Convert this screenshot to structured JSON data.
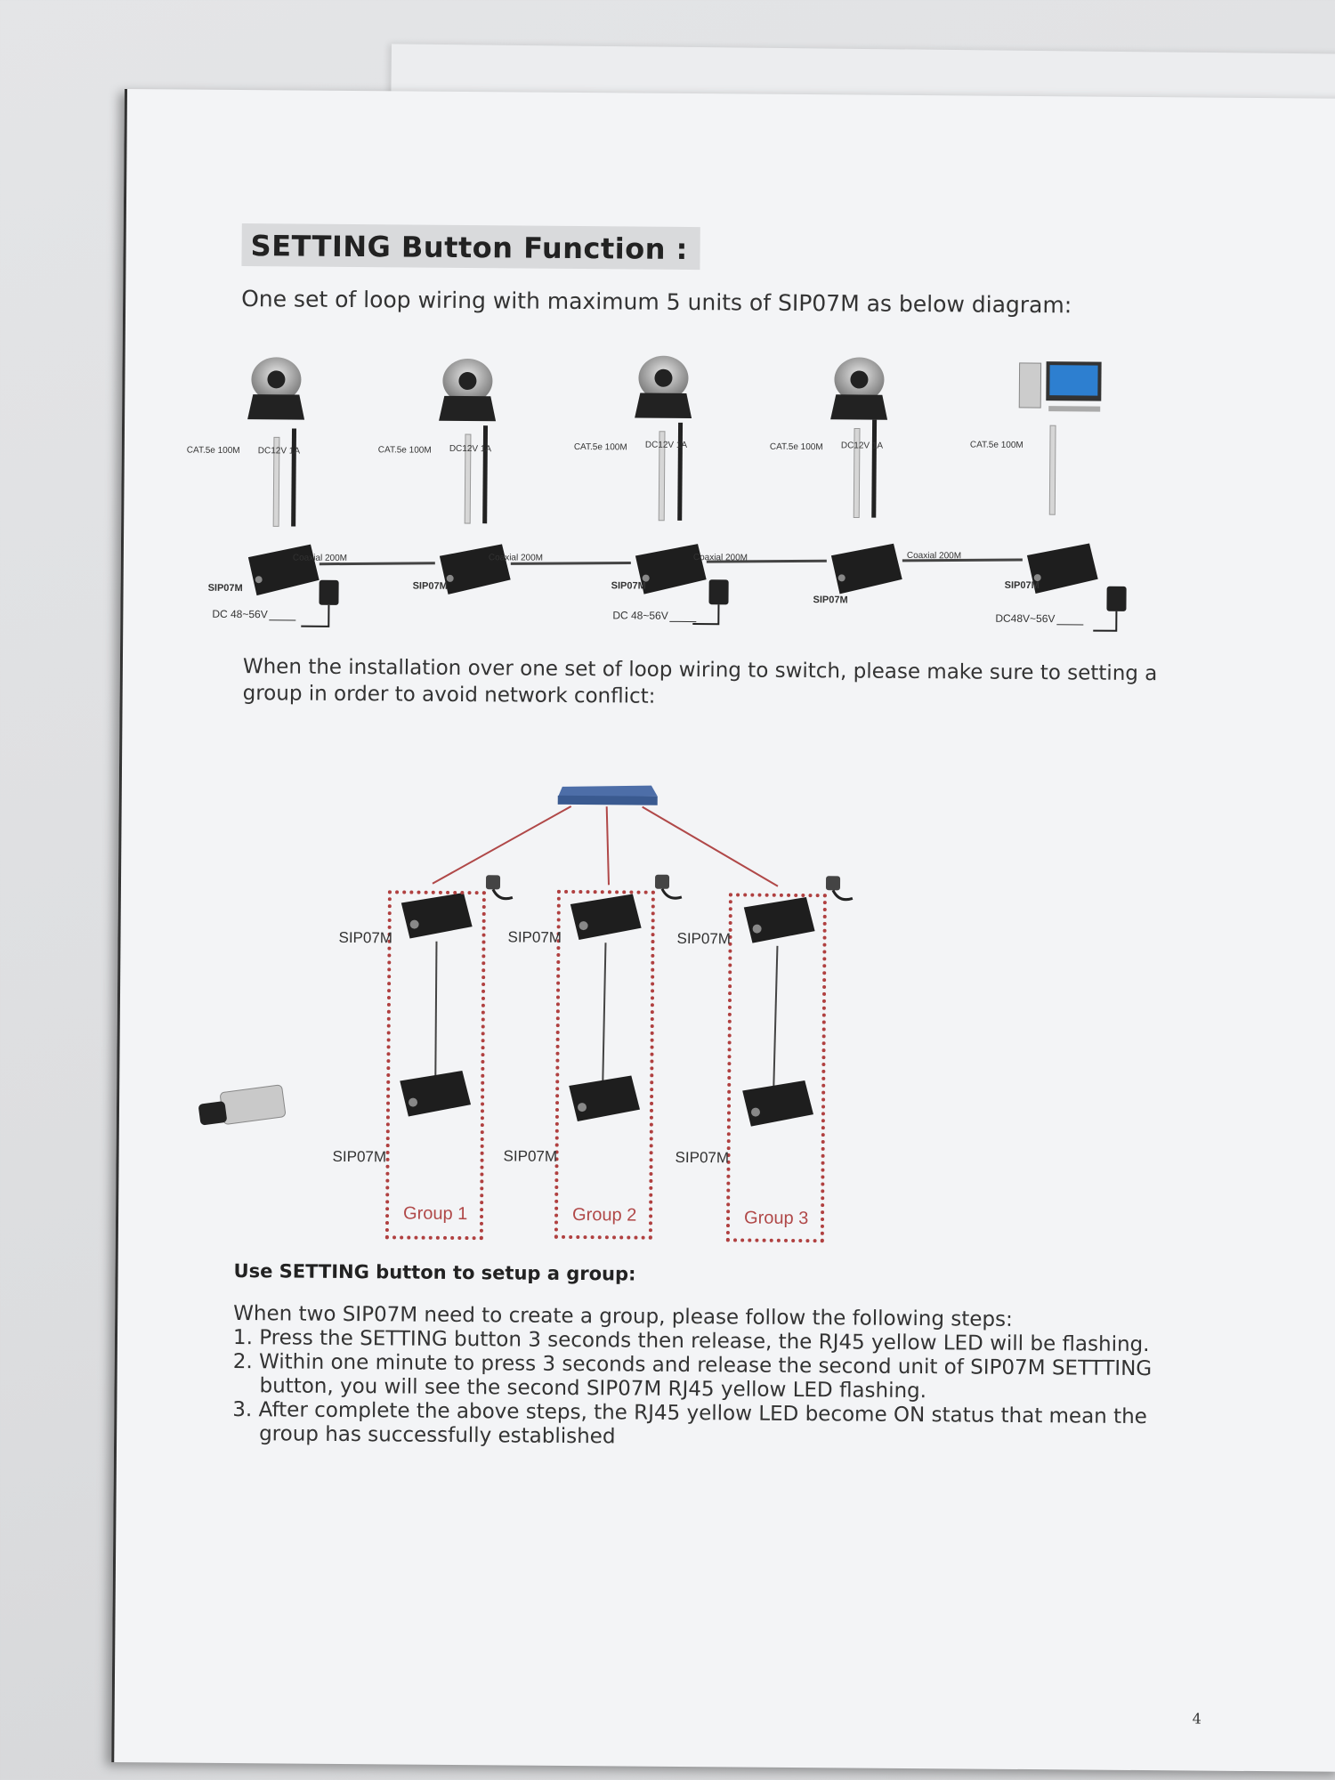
{
  "heading": "SETTING Button Function :",
  "intro": "One set of loop wiring with maximum 5 units of SIP07M as below diagram:",
  "top_diagram": {
    "cat_label": "CAT.5e 100M",
    "dc12_label": "DC12V 1A",
    "coax_label": "Coaxial 200M",
    "unit_label": "SIP07M",
    "dc_supply_1": "DC 48~56V",
    "dc_supply_3": "DC 48~56V",
    "dc_supply_5": "DC48V~56V"
  },
  "install_note": "When the installation over one set of loop wiring to switch, please make sure to setting a group in order to avoid network conflict:",
  "group_diagram": {
    "unit_label": "SIP07M",
    "groups": [
      "Group 1",
      "Group 2",
      "Group 3"
    ]
  },
  "setup_heading": "Use SETTING button to setup a group:",
  "steps_intro": "When two SIP07M need to create a group, please follow the following steps:",
  "steps": [
    {
      "num": "1.",
      "line1": "Press the SETTING button 3 seconds then release, the RJ45 yellow LED will be flashing.",
      "line2": ""
    },
    {
      "num": "2.",
      "line1": "Within one minute to press 3 seconds and release the second unit of SIP07M SETTTING",
      "line2": "button, you will see the second SIP07M RJ45 yellow LED flashing."
    },
    {
      "num": "3.",
      "line1": "After complete the above steps, the RJ45 yellow LED become ON status that mean the",
      "line2": "group has successfully established"
    }
  ],
  "page_number": "4",
  "colors": {
    "group_accent": "#b04040",
    "switch_blue": "#4d6ea8",
    "paper": "#f3f4f6"
  }
}
